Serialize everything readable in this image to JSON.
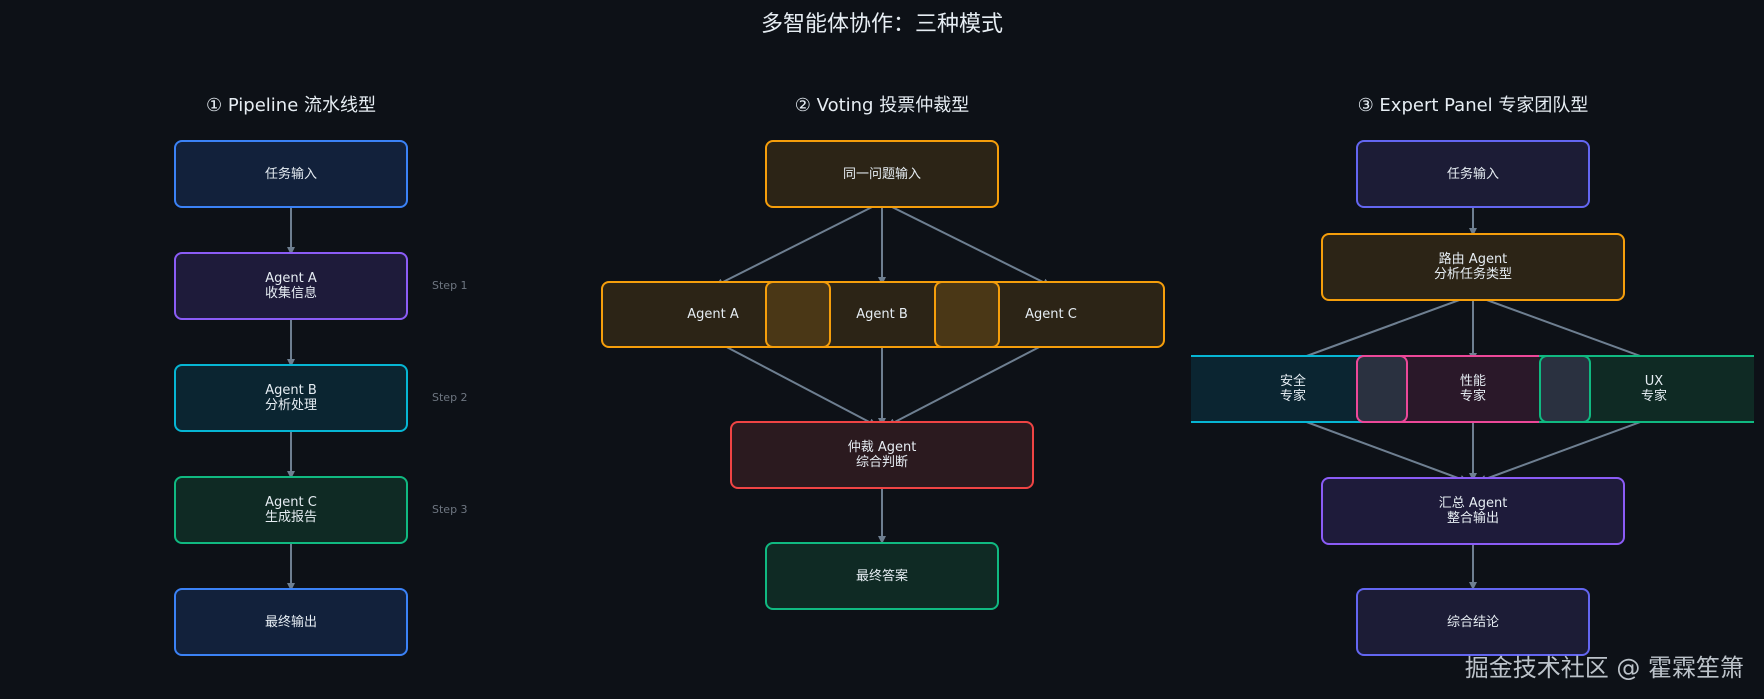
{
  "title": "多智能体协作：三种模式",
  "watermark": "掘金技术社区 @ 霍霖笙箫",
  "pipeline": {
    "title": "① Pipeline 流水线型",
    "nodes": [
      "任务输入",
      "Agent A\n收集信息",
      "Agent B\n分析处理",
      "Agent C\n生成报告",
      "最终输出"
    ],
    "steps": [
      "Step 1",
      "Step 2",
      "Step 3"
    ]
  },
  "voting": {
    "title": "② Voting 投票仲裁型",
    "input": "同一问题输入",
    "agents": [
      "Agent A",
      "Agent B",
      "Agent C"
    ],
    "arbiter": "仲裁 Agent\n综合判断",
    "output": "最终答案"
  },
  "expert": {
    "title": "③ Expert Panel 专家团队型",
    "input": "任务输入",
    "router": "路由 Agent\n分析任务类型",
    "experts": [
      "安全\n专家",
      "性能\n专家",
      "UX\n专家"
    ],
    "aggregator": "汇总 Agent\n整合输出",
    "output": "综合结论"
  },
  "colors": {
    "background": "#0d1117",
    "blue": "#3b82f6",
    "purple": "#8b5cf6",
    "cyan": "#06b6d4",
    "green": "#10b981",
    "orange": "#f59e0b",
    "red": "#ef4444",
    "indigo": "#6366f1",
    "pink": "#ec4899",
    "edge": "#6e7f91"
  }
}
